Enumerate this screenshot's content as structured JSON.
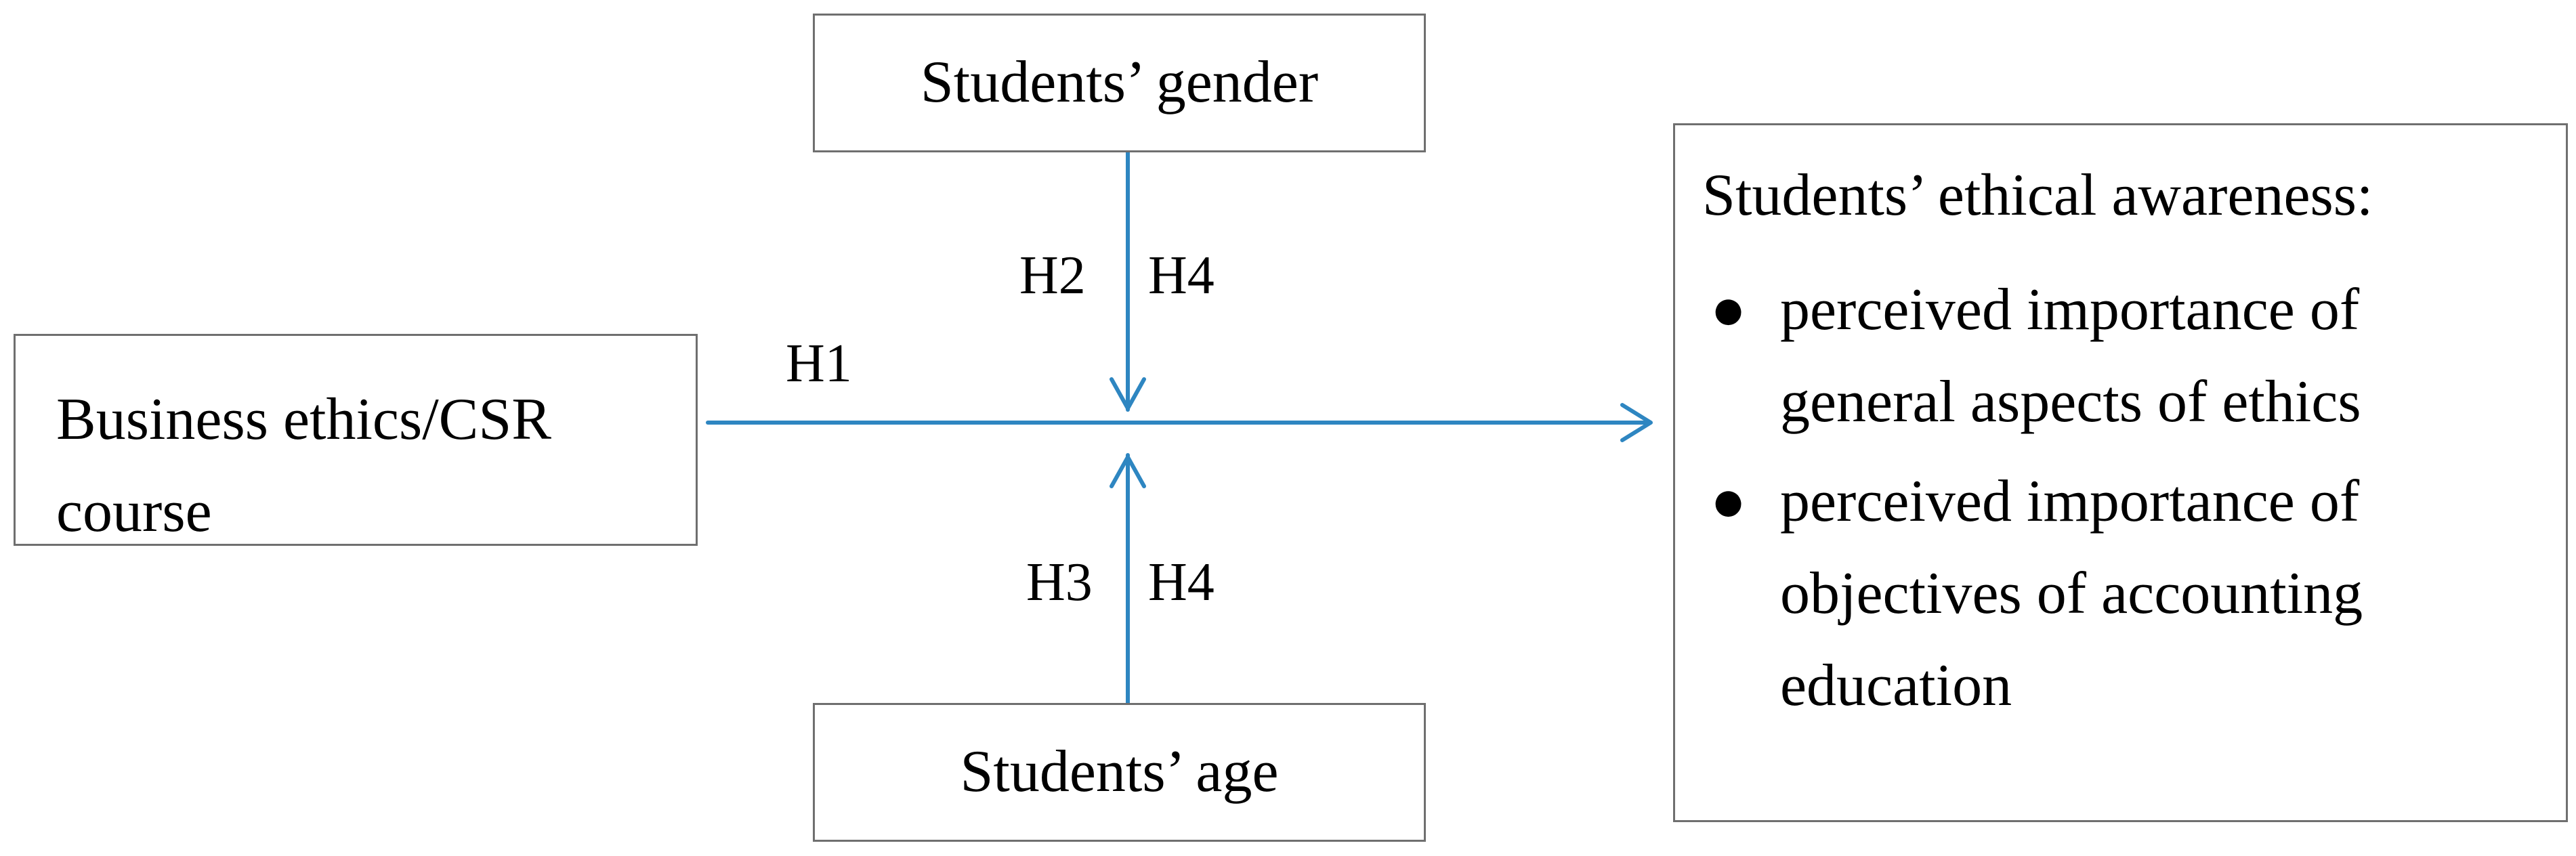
{
  "boxes": {
    "gender": "Students’ gender",
    "age": "Students’ age",
    "course_line1": "Business ethics/CSR",
    "course_line2": "course",
    "awareness_title": "Students’ ethical awareness:",
    "awareness_items": [
      {
        "line1": "perceived importance of",
        "line2": "general aspects of ethics"
      },
      {
        "line1": "perceived importance of",
        "line2": "objectives of accounting",
        "line3": "education"
      }
    ]
  },
  "labels": {
    "h1": "H1",
    "h2": "H2",
    "h3": "H3",
    "h4_top": "H4",
    "h4_bottom": "H4"
  },
  "colors": {
    "arrow": "#2e86c1",
    "box_border": "#6f6f6f",
    "text": "#000000"
  },
  "bullet_glyph": "●"
}
